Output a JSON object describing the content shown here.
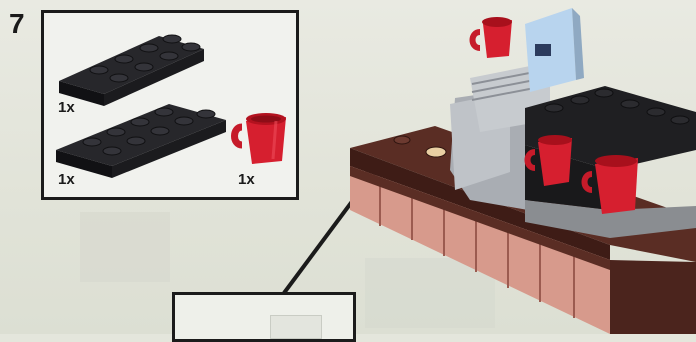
{
  "step": {
    "number": "7"
  },
  "parts_list": {
    "items": [
      {
        "quantity": "1x",
        "part": "black-plate-2x4-icon"
      },
      {
        "quantity": "1x",
        "part": "black-plate-2x6-icon"
      },
      {
        "quantity": "1x",
        "part": "red-cup-icon"
      }
    ]
  },
  "colors": {
    "black_brick": "#1f1f22",
    "red_cup": "#d61f2f",
    "brown_counter": "#5a2d24",
    "pink_tiles": "#d79a8c",
    "gray_machine": "#a9adb3",
    "light_blue_panel": "#b8d4ee"
  }
}
